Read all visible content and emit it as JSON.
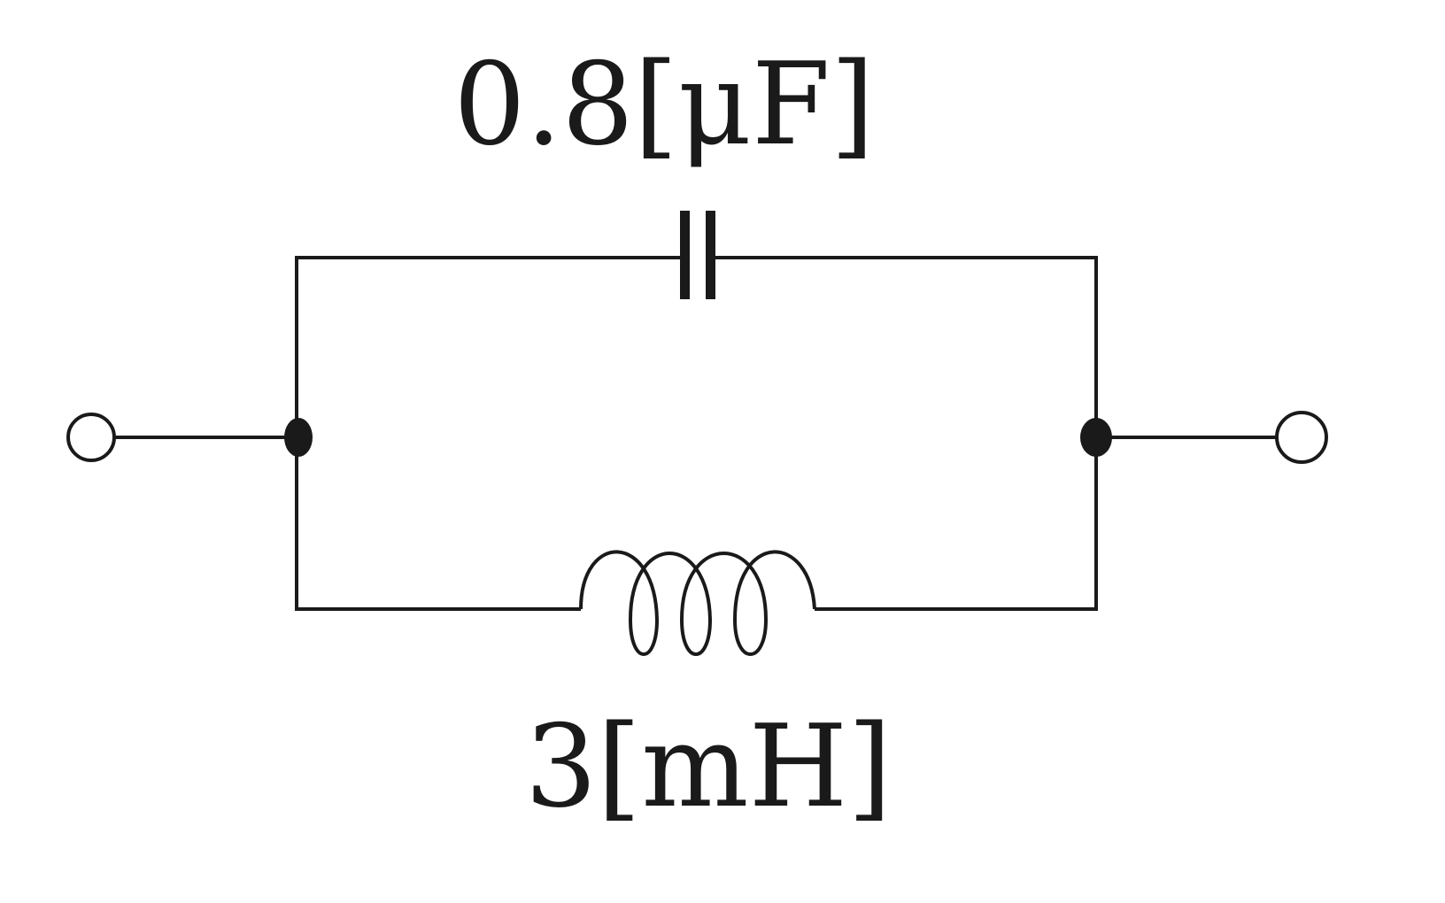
{
  "diagram": {
    "type": "circuit",
    "capacitor": {
      "label": "0.8[μF]",
      "value": 0.8,
      "unit": "μF"
    },
    "inductor": {
      "label": "3[mH]",
      "value": 3,
      "unit": "mH"
    },
    "connection": "parallel",
    "terminals": 2,
    "line_color": "#1a1a1a"
  }
}
